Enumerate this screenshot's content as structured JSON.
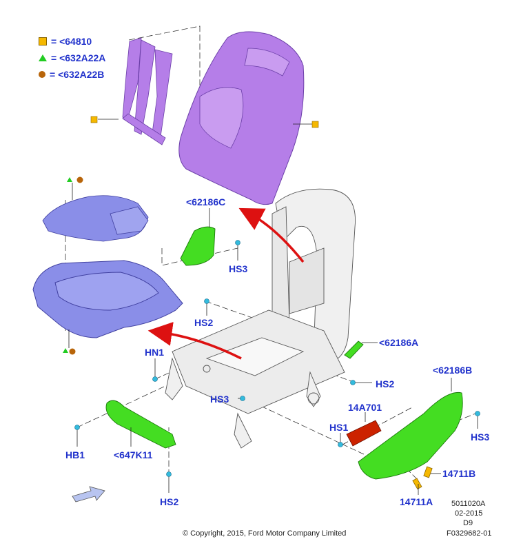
{
  "legend": [
    {
      "marker": "square",
      "color": "#f5b800",
      "text": "= <64810"
    },
    {
      "marker": "triangle",
      "color": "#22cc22",
      "text": "= <632A22A"
    },
    {
      "marker": "circle",
      "color": "#b8650a",
      "text": "= <632A22B"
    }
  ],
  "parts": {
    "p62186C": "<62186C",
    "hs3_upper": "HS3",
    "hs2_upper": "HS2",
    "hn1": "HN1",
    "p62186A": "<62186A",
    "hs2_right": "HS2",
    "p62186B": "<62186B",
    "hs3_mid": "HS3",
    "p14A701": "14A701",
    "hs1": "HS1",
    "hs3_right": "HS3",
    "hb1": "HB1",
    "p647K11": "<647K11",
    "p14711B": "14711B",
    "hs2_bottom": "HS2",
    "p14711A": "14711A"
  },
  "footer": {
    "copyright": "© Copyright, 2015, Ford Motor Company Limited",
    "code1": "5011020A",
    "code2": "02-2015",
    "code3": "D9",
    "code4": "F0329682-01"
  },
  "colors": {
    "label": "#2233cc",
    "purple_part": "#b57ee8",
    "blue_part": "#8a8ee8",
    "green_part": "#44dd22",
    "red_part": "#cc2200",
    "arrow": "#dd1111",
    "frame": "#e0e0e0"
  }
}
